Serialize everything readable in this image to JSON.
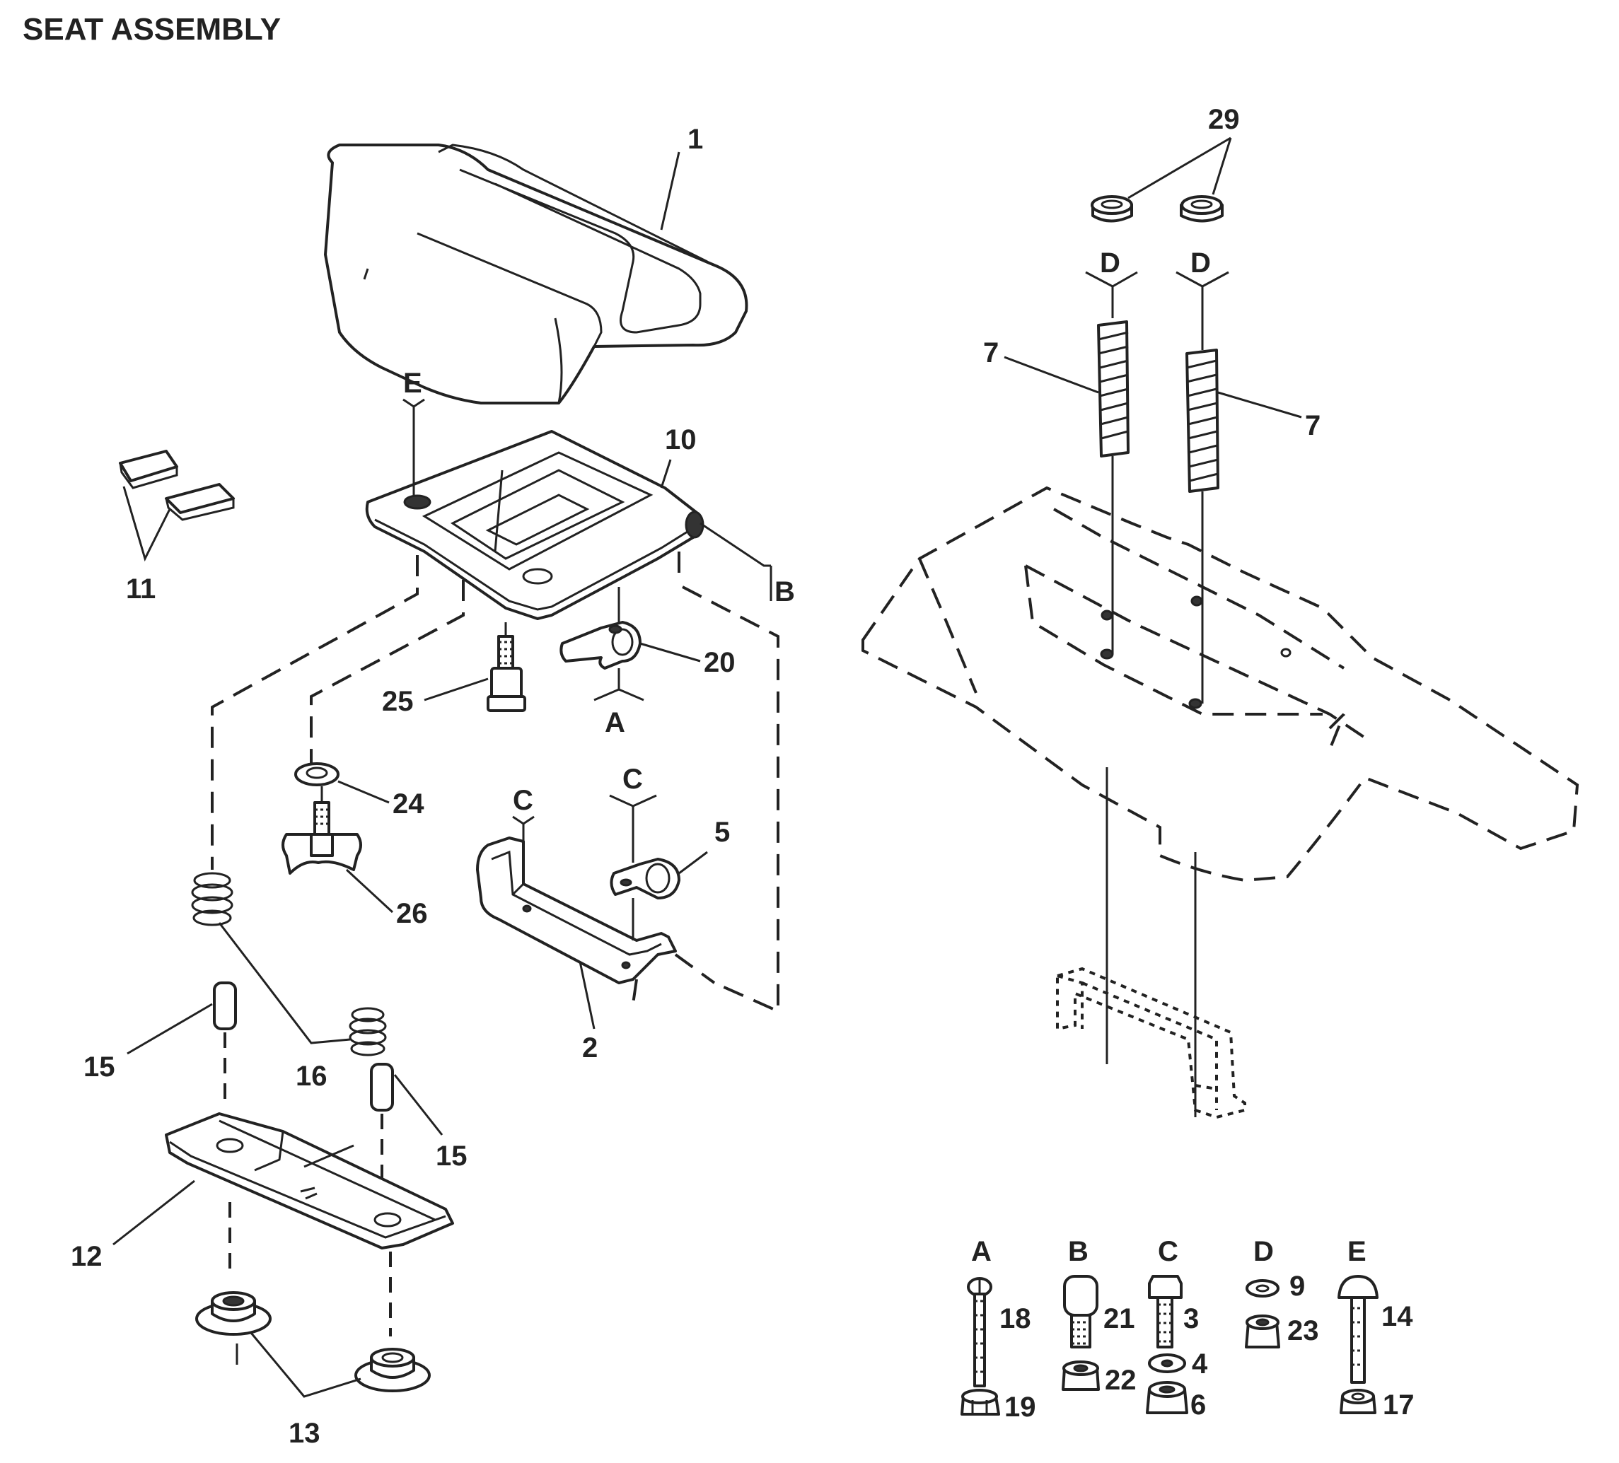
{
  "title": "SEAT ASSEMBLY",
  "callouts": {
    "seat": "1",
    "seat_pan": "10",
    "pads": "11",
    "knob_stud": "25",
    "clip_20": "20",
    "washer_24": "24",
    "knob_26": "26",
    "bracket_2": "2",
    "clip_5": "5",
    "spring_16": "16",
    "spacer_15_left": "15",
    "spacer_15_right": "15",
    "plate_12": "12",
    "bushing_13": "13",
    "cap_29": "29",
    "spring_7_left": "7",
    "spring_7_right": "7"
  },
  "reference_letters": {
    "e_top": "E",
    "b_side": "B",
    "a_below": "A",
    "c_left": "C",
    "c_right": "C",
    "d_left": "D",
    "d_right": "D"
  },
  "hardware_legend": {
    "groups": [
      {
        "letter": "A",
        "parts": [
          "18",
          "19"
        ]
      },
      {
        "letter": "B",
        "parts": [
          "21",
          "22"
        ]
      },
      {
        "letter": "C",
        "parts": [
          "3",
          "4",
          "6"
        ]
      },
      {
        "letter": "D",
        "parts": [
          "9",
          "23"
        ]
      },
      {
        "letter": "E",
        "parts": [
          "14",
          "17"
        ]
      }
    ]
  },
  "icons": [
    "seat-cushion-icon",
    "seat-pan-icon",
    "pad-icon",
    "knob-stud-icon",
    "clip-icon",
    "washer-icon",
    "knob-icon",
    "bracket-icon",
    "spring-icon",
    "spacer-icon",
    "plate-icon",
    "bushing-icon",
    "cap-icon",
    "bolt-icon",
    "nut-icon"
  ]
}
